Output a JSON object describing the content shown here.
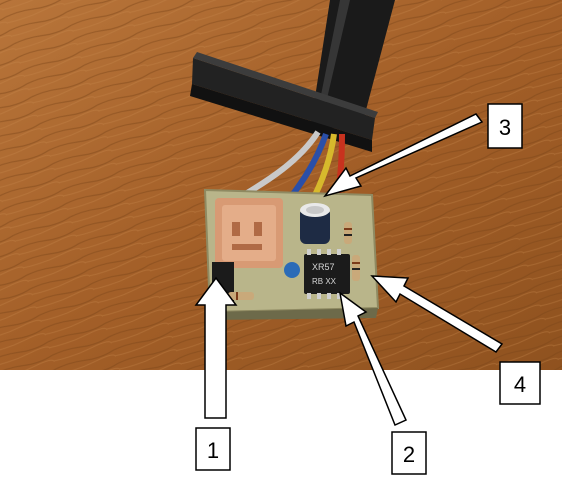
{
  "photo": {
    "subject": "circuit-board-photo",
    "callouts": [
      {
        "id": "callout-1",
        "text": "1"
      },
      {
        "id": "callout-2",
        "text": "2"
      },
      {
        "id": "callout-3",
        "text": "3"
      },
      {
        "id": "callout-4",
        "text": "4"
      }
    ],
    "chip_marking": {
      "line1": "XR57",
      "line2": "RB XX"
    },
    "colors": {
      "wood": "#a8652c",
      "wood_dark": "#7a4519",
      "pcb": "#b9b58a",
      "cable": "#1a1a1a",
      "relay": "#d89a74",
      "wire_red": "#c8321e",
      "wire_yellow": "#d7b92c",
      "wire_blue": "#2a4fa8",
      "wire_gray": "#c9c9c9",
      "chip": "#1b1b1b",
      "capacitor_blue": "#2b6bb7"
    }
  }
}
